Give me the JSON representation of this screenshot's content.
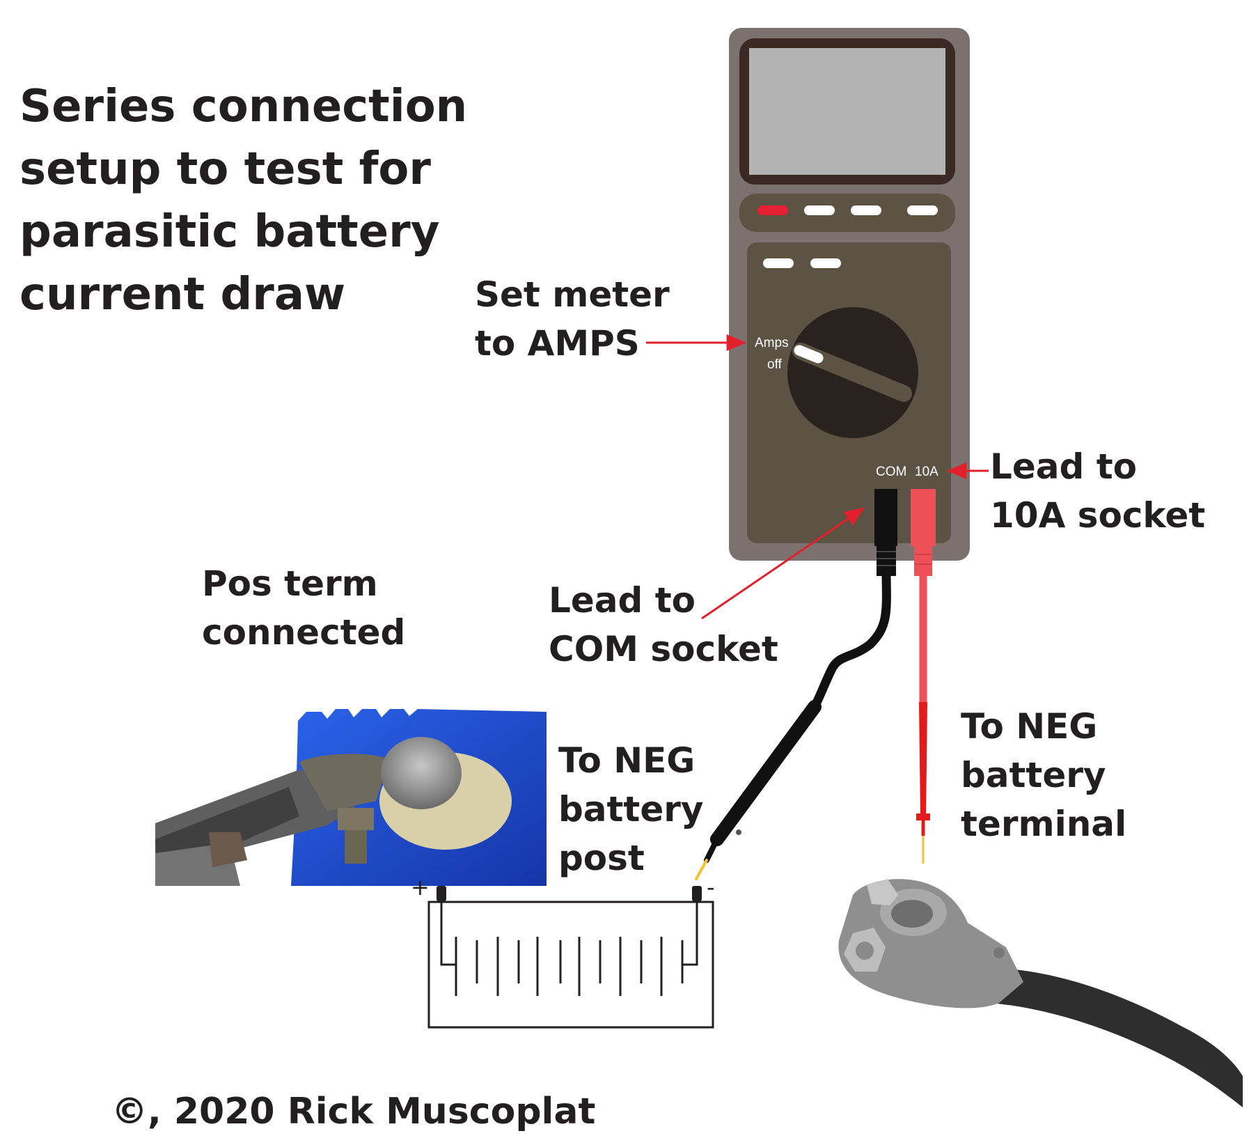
{
  "title": {
    "lines": [
      "Series connection",
      "setup to test for",
      "parasitic battery",
      "current draw"
    ]
  },
  "annotations": {
    "set_meter": [
      "Set meter",
      "to AMPS"
    ],
    "lead_10a": [
      "Lead to",
      "10A socket"
    ],
    "pos_term": [
      "Pos term",
      "connected"
    ],
    "lead_com": [
      "Lead to",
      "COM socket"
    ],
    "neg_post": [
      "To NEG",
      "battery",
      "post"
    ],
    "neg_terminal": [
      "To NEG",
      "battery",
      "terminal"
    ]
  },
  "meter": {
    "dial_amps": "Amps",
    "dial_off": "off",
    "socket_com": "COM",
    "socket_10a": "10A"
  },
  "battery": {
    "plus": "+",
    "minus": "-"
  },
  "copyright": "©, 2020 Rick Muscoplat",
  "colors": {
    "arrow_red": "#e2202b",
    "meter_body": "#7b7270",
    "meter_face": "#5d5344",
    "screen": "#b3b3b3",
    "dial": "#2a221e",
    "black_lead": "#111111",
    "red_lead": "#ef4f57",
    "battery_blue": "#1e4fd6"
  },
  "icons": [
    "multimeter-icon",
    "battery-symbol-icon",
    "positive-terminal-photo",
    "negative-cable-terminal-photo"
  ]
}
